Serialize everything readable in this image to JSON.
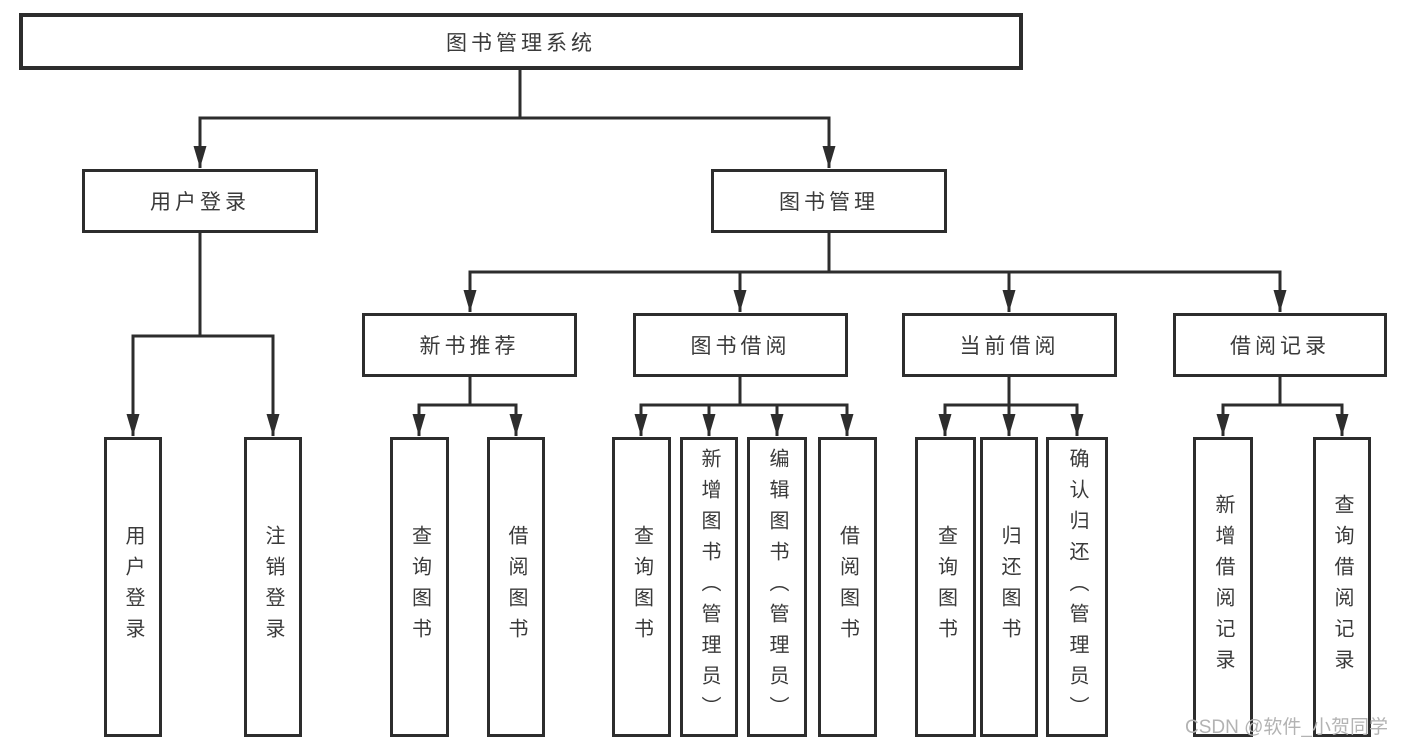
{
  "tree": {
    "root": "图书管理系统",
    "children": [
      {
        "label": "用户登录",
        "children": [
          {
            "label": "用户登录"
          },
          {
            "label": "注销登录"
          }
        ]
      },
      {
        "label": "图书管理",
        "children": [
          {
            "label": "新书推荐",
            "children": [
              {
                "label": "查询图书"
              },
              {
                "label": "借阅图书"
              }
            ]
          },
          {
            "label": "图书借阅",
            "children": [
              {
                "label": "查询图书"
              },
              {
                "label": "新增图书（管理员）"
              },
              {
                "label": "编辑图书（管理员）"
              },
              {
                "label": "借阅图书"
              }
            ]
          },
          {
            "label": "当前借阅",
            "children": [
              {
                "label": "查询图书"
              },
              {
                "label": "归还图书"
              },
              {
                "label": "确认归还（管理员）"
              }
            ]
          },
          {
            "label": "借阅记录",
            "children": [
              {
                "label": "新增借阅记录"
              },
              {
                "label": "查询借阅记录"
              }
            ]
          }
        ]
      }
    ]
  },
  "watermark": "CSDN @软件_小贺同学",
  "colors": {
    "line": "#2d2d2d",
    "text": "#3a3a3a",
    "watermark": "#b3b3b3",
    "background": "#ffffff"
  }
}
